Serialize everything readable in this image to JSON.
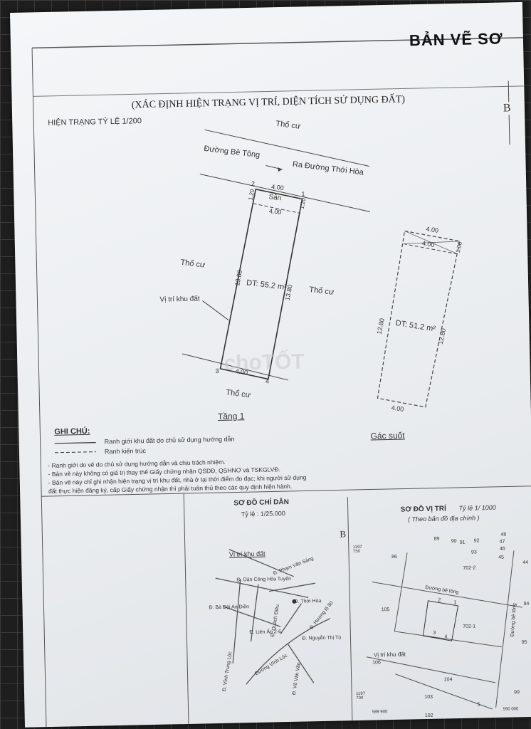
{
  "header": {
    "title": "BẢN VẼ SƠ",
    "subtitle": "(XÁC ĐỊNH HIỆN TRẠNG VỊ TRÍ, DIỆN TÍCH SỬ DỤNG ĐẤT)",
    "scale_label": "HIỆN TRẠNG TỶ LỆ 1/200",
    "north": "B"
  },
  "plan": {
    "tho_cu_top": "Thổ cư",
    "road": "Đường Bê Tông",
    "road_direction": "Ra Đường Thới Hòa",
    "tho_cu_left": "Thổ cư",
    "tho_cu_right": "Thổ cư",
    "tho_cu_bottom": "Thổ cư",
    "yard": "Sân",
    "location_label": "Vị trí khu đất",
    "ground_area": "DT: 55.2 m²",
    "mezz_area": "DT: 51.2 m²",
    "ground_floor": "Tầng 1",
    "mezzanine": "Gác suốt",
    "dim_400": "4.00",
    "dim_120": "1.20",
    "dim_100": "1.00",
    "dim_1380": "13.80",
    "dim_1280": "12.80",
    "pt1": "1",
    "pt2": "2",
    "pt3": "3",
    "pt4": "4",
    "watermark": "choTỐT"
  },
  "notes": {
    "heading": "GHI CHÚ:",
    "legend_solid": "Ranh giới khu đất do chủ sử dụng hướng dẫn",
    "legend_dashed": "Ranh kiến trúc",
    "line1": "- Ranh giới do vẽ do chủ sử dụng hướng dẫn và chịu trách nhiệm.",
    "line2": "- Bản vẽ này không có giá trị thay thế Giấy chứng nhận QSDĐ, QSHNƠ và TSKGLVĐ.",
    "line3": "- Bản vẽ này chỉ ghi nhận hiện trạng vị trí khu đất, nhà ở tại thời điểm đo đạc; khi người sử dụng",
    "line4": "đất thực hiện đăng ký, cấp Giấy chứng nhận thì phải tuân thủ theo các quy định hiện hành."
  },
  "guide_map": {
    "title": "SƠ ĐỒ CHỈ DẪN",
    "scale": "Tỷ lệ : 1/25.000",
    "location": "Vị trí khu đất",
    "streets": [
      "Đ. Dân Công Hỏa Tuyến",
      "Đ. Phạm Văn Sáng",
      "Đ. Thới Hòa",
      "Đ. Bà Đội An Điền",
      "Đ. Quách Điêu",
      "Đ. Hương lộ 80",
      "Đ. Liên Ấp 2-6",
      "Đ. Nguyễn Thị Tú",
      "Đ. Vĩnh Trung Lộc",
      "Đường Vĩnh Lộc",
      "Đ. Võ Văn Vân"
    ]
  },
  "position_map": {
    "title": "SƠ ĐỒ VỊ TRÍ",
    "scale": "Tỷ lệ 1/ 1000",
    "source": "( Theo bản đồ địa chính )",
    "road": "Đường bê tông",
    "road_side": "Đường bê tông",
    "location": "Vị trí khu đất",
    "parcels": [
      "89",
      "90",
      "91",
      "92",
      "93",
      "48",
      "47",
      "46",
      "45",
      "44",
      "702-2",
      "86",
      "105",
      "702-1",
      "94",
      "95",
      "106",
      "104",
      "103",
      "102",
      "99",
      "5",
      "2",
      "1",
      "3",
      "4"
    ],
    "coord_top": "1197 750",
    "coord_bottom": "1197 700",
    "coord_x1": "589 900",
    "coord_x2": "590 000"
  }
}
